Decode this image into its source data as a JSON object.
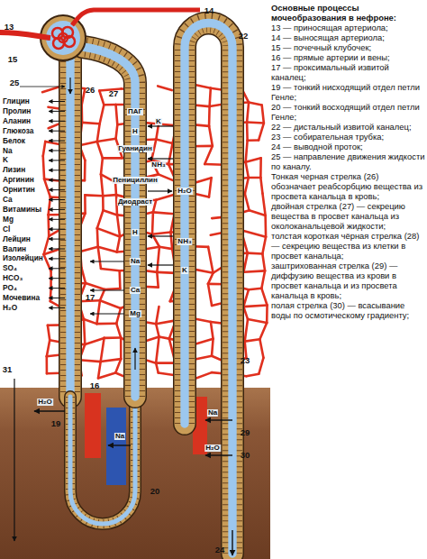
{
  "diagram": {
    "title": "Основные процессы мочеобразования в нефроне:",
    "labels": [
      "13 — приносящая артериола;",
      "14 — выносящая артериола;",
      "15 — почечный клубочек;",
      "16 — прямые артерии и вены;",
      "17 — проксимальный извитой каналец;",
      "19 — тонкий нисходящий отдел петли Генле;",
      "20 — тонкий восходящий отдел петли Генле;",
      "22 — дистальный извитой каналец;",
      "23 — собирательная трубка;",
      "24 — выводной проток;",
      "25 — направление движения жидкости по каналу.",
      "Тонкая черная стрелка (26) обозначает реабсорбцию вещества из просвета канальца в кровь;",
      "двойная стрелка (27) — секрецию вещества в просвет канальца из околоканальцевой жидкости;",
      "толстая короткая чёрная стрелка (28) — секрецию вещества из клетки в просвет канальца;",
      "заштрихованная стрелка (29) — диффузию вещества из крови в просвет канальца и из просвета канальца в кровь;",
      "полая стрелка (30) — всасывание воды по осмотическому градиенту;",
      "Глицин",
      "Пролин",
      "Аланин",
      "Глюкоза",
      "Белок",
      "Na",
      "K",
      "Лизин",
      "Аргинин",
      "Орнитин",
      "Ca",
      "Витамины",
      "Mg",
      "Cl",
      "Лейцин",
      "Валин",
      "Изолейцин",
      "SO₄",
      "HCO₃",
      "PO₄",
      "Мочевина",
      "H₂O",
      "ПАГ",
      "K",
      "H",
      "Гуанидин",
      "NH₃",
      "Пенициллин",
      "H₂O",
      "Диодраст",
      "H",
      "NH₃",
      "Na",
      "K",
      "Ca",
      "Mg",
      "H₂O",
      "Na",
      "Na",
      "H₂O",
      "13",
      "14",
      "15",
      "25",
      "26",
      "27",
      "22",
      "17",
      "16",
      "19",
      "20",
      "23",
      "29",
      "30",
      "31",
      "24"
    ]
  }
}
